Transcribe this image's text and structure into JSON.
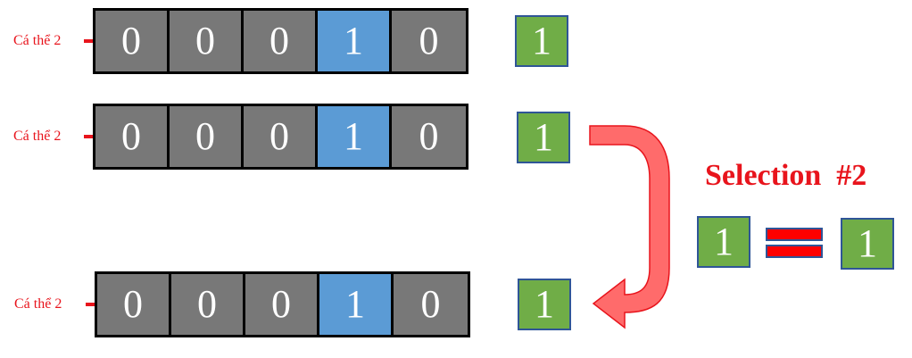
{
  "rows": [
    {
      "label": "Cá thể 2",
      "bits": [
        "0",
        "0",
        "0",
        "1",
        "0"
      ],
      "fitness": "1"
    },
    {
      "label": "Cá thể 2",
      "bits": [
        "0",
        "0",
        "0",
        "1",
        "0"
      ],
      "fitness": "1"
    },
    {
      "label": "Cá thể 2",
      "bits": [
        "0",
        "0",
        "0",
        "1",
        "0"
      ],
      "fitness": "1"
    }
  ],
  "selection": {
    "title": "Selection  #2",
    "left_value": "1",
    "right_value": "1"
  },
  "colors": {
    "gene_gray": "#787878",
    "gene_blue": "#5b9bd5",
    "fitness_green": "#70ad47",
    "accent_red": "#e8141c",
    "arrow_fill": "#ff6b6b"
  }
}
